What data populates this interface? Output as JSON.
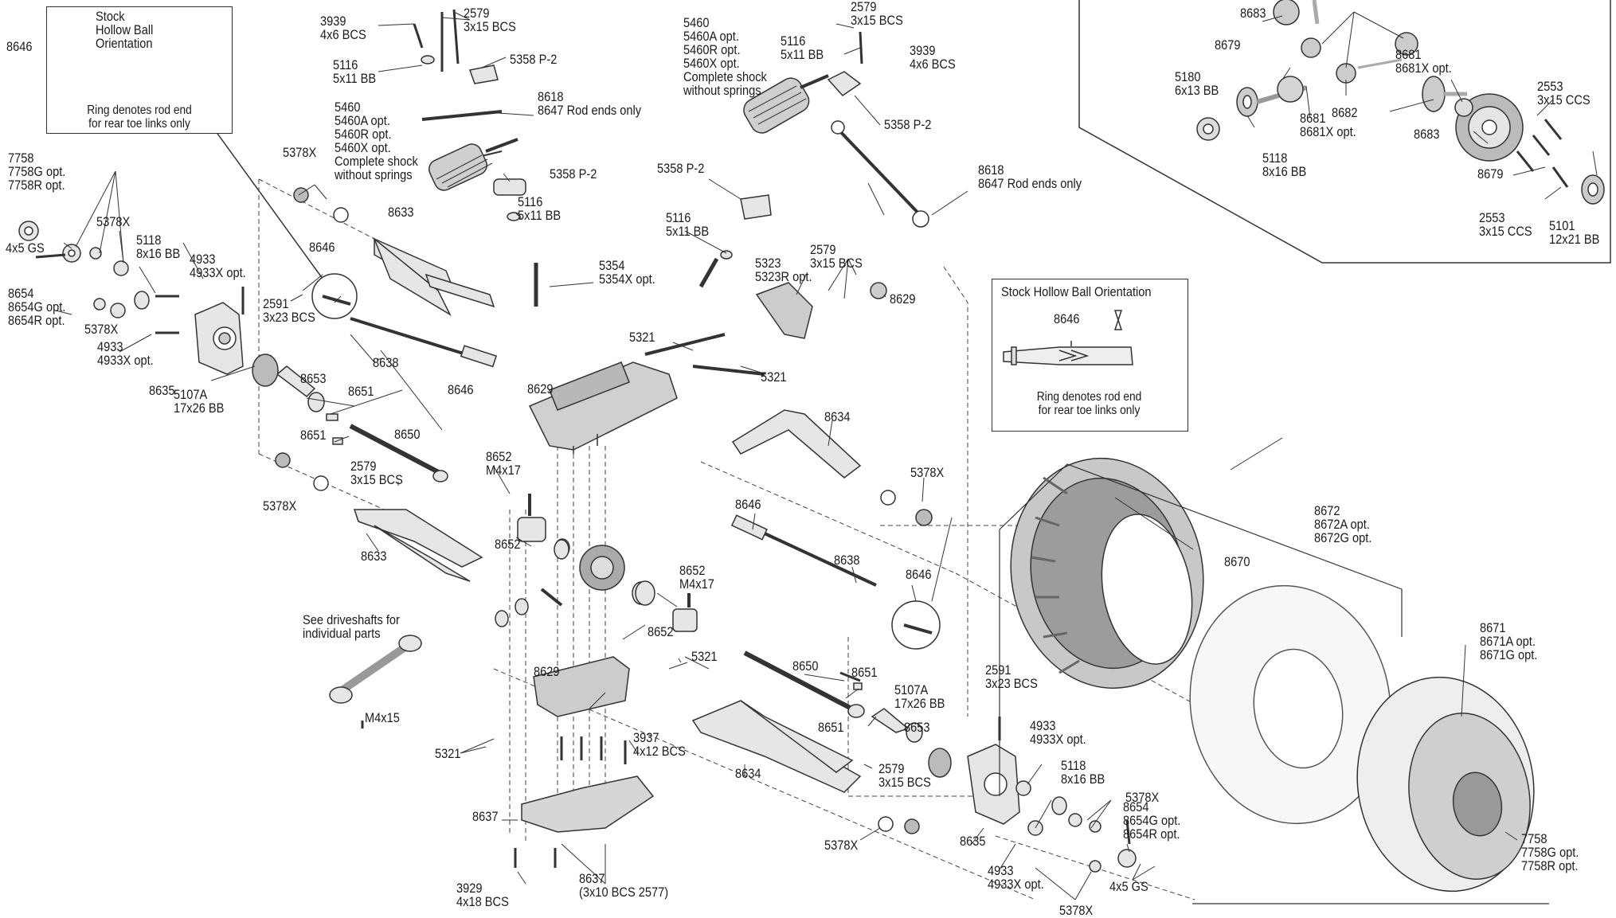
{
  "insets": {
    "left": {
      "title_lines": [
        "Stock",
        "Hollow Ball",
        "Orientation"
      ],
      "part": "8646",
      "note_lines": [
        "Ring denotes rod end",
        "for rear toe links only"
      ]
    },
    "right": {
      "title": "Stock Hollow Ball Orientation",
      "part": "8646",
      "note_lines": [
        "Ring denotes rod end",
        "for rear toe links only"
      ]
    }
  },
  "callouts": [
    {
      "id": "c1",
      "lines": [
        "3939",
        "4x6 BCS"
      ]
    },
    {
      "id": "c2",
      "lines": [
        "2579",
        "3x15 BCS"
      ]
    },
    {
      "id": "c3",
      "lines": [
        "5116",
        "5x11 BB"
      ]
    },
    {
      "id": "c4",
      "lines": [
        "5358 P-2"
      ]
    },
    {
      "id": "c5",
      "lines": [
        "8618",
        "8647 Rod ends only"
      ]
    },
    {
      "id": "c6",
      "lines": [
        "5460",
        "5460A opt.",
        "5460R opt.",
        "5460X opt.",
        "Complete shock",
        "without springs"
      ]
    },
    {
      "id": "c7",
      "lines": [
        "5358 P-2"
      ]
    },
    {
      "id": "c8",
      "lines": [
        "5116",
        "5x11 BB"
      ]
    },
    {
      "id": "c9",
      "lines": [
        "5460",
        "5460A opt.",
        "5460R opt.",
        "5460X opt.",
        "Complete shock",
        "without springs"
      ]
    },
    {
      "id": "c10",
      "lines": [
        "5116",
        "5x11 BB"
      ]
    },
    {
      "id": "c11",
      "lines": [
        "2579",
        "3x15 BCS"
      ]
    },
    {
      "id": "c12",
      "lines": [
        "3939",
        "4x6 BCS"
      ]
    },
    {
      "id": "c13",
      "lines": [
        "5358 P-2"
      ]
    },
    {
      "id": "c14",
      "lines": [
        "8618",
        "8647 Rod ends only"
      ]
    },
    {
      "id": "c15",
      "lines": [
        "5358 P-2"
      ]
    },
    {
      "id": "c16",
      "lines": [
        "5116",
        "5x11 BB"
      ]
    },
    {
      "id": "c17",
      "lines": [
        "5354",
        "5354X opt."
      ]
    },
    {
      "id": "c18",
      "lines": [
        "5323",
        "5323R opt."
      ]
    },
    {
      "id": "c19",
      "lines": [
        "2579",
        "3x15 BCS"
      ]
    },
    {
      "id": "c20",
      "lines": [
        "8629"
      ]
    },
    {
      "id": "c21",
      "lines": [
        "5321"
      ]
    },
    {
      "id": "c22",
      "lines": [
        "5321"
      ]
    },
    {
      "id": "c23",
      "lines": [
        "8629"
      ]
    },
    {
      "id": "c24",
      "lines": [
        "8634"
      ]
    },
    {
      "id": "c25",
      "lines": [
        "5378X"
      ]
    },
    {
      "id": "c26",
      "lines": [
        "8646"
      ]
    },
    {
      "id": "c27",
      "lines": [
        "8638"
      ]
    },
    {
      "id": "c28",
      "lines": [
        "8646"
      ]
    },
    {
      "id": "c29",
      "lines": [
        "8652",
        "M4x17"
      ]
    },
    {
      "id": "c30",
      "lines": [
        "8652"
      ]
    },
    {
      "id": "c31",
      "lines": [
        "5321"
      ]
    },
    {
      "id": "c32",
      "lines": [
        "8629"
      ]
    },
    {
      "id": "c33",
      "lines": [
        "8650"
      ]
    },
    {
      "id": "c34",
      "lines": [
        "8651"
      ]
    },
    {
      "id": "c35",
      "lines": [
        "5107A",
        "17x26 BB"
      ]
    },
    {
      "id": "c36",
      "lines": [
        "8651"
      ]
    },
    {
      "id": "c37",
      "lines": [
        "8653"
      ]
    },
    {
      "id": "c38",
      "lines": [
        "2591",
        "3x23 BCS"
      ]
    },
    {
      "id": "c39",
      "lines": [
        "3937",
        "4x12 BCS"
      ]
    },
    {
      "id": "c40",
      "lines": [
        "5321"
      ]
    },
    {
      "id": "c41",
      "lines": [
        "8634"
      ]
    },
    {
      "id": "c42",
      "lines": [
        "2579",
        "3x15 BCS"
      ]
    },
    {
      "id": "c43",
      "lines": [
        "8637"
      ]
    },
    {
      "id": "c44",
      "lines": [
        "5378X"
      ]
    },
    {
      "id": "c45",
      "lines": [
        "8635"
      ]
    },
    {
      "id": "c46",
      "lines": [
        "4933",
        "4933X opt."
      ]
    },
    {
      "id": "c47",
      "lines": [
        "5118",
        "8x16 BB"
      ]
    },
    {
      "id": "c48",
      "lines": [
        "5378X"
      ]
    },
    {
      "id": "c49",
      "lines": [
        "8654",
        "8654G opt.",
        "8654R opt."
      ]
    },
    {
      "id": "c50",
      "lines": [
        "4933",
        "4933X opt."
      ]
    },
    {
      "id": "c51",
      "lines": [
        "4x5 GS"
      ]
    },
    {
      "id": "c52",
      "lines": [
        "5378X"
      ]
    },
    {
      "id": "c53",
      "lines": [
        "3929",
        "4x18 BCS"
      ]
    },
    {
      "id": "c54",
      "lines": [
        "8637",
        "(3x10 BCS 2577)"
      ]
    },
    {
      "id": "c55",
      "lines": [
        "See driveshafts for",
        "individual parts"
      ]
    },
    {
      "id": "c56",
      "lines": [
        "M4x15"
      ]
    },
    {
      "id": "c57",
      "lines": [
        "8652",
        "M4x17"
      ]
    },
    {
      "id": "c58",
      "lines": [
        "8652"
      ]
    },
    {
      "id": "c59",
      "lines": [
        "8633"
      ]
    },
    {
      "id": "c60",
      "lines": [
        "2579",
        "3x15 BCS"
      ]
    },
    {
      "id": "c61",
      "lines": [
        "5378X"
      ]
    },
    {
      "id": "c62",
      "lines": [
        "8651"
      ]
    },
    {
      "id": "c63",
      "lines": [
        "8650"
      ]
    },
    {
      "id": "c64",
      "lines": [
        "8653"
      ]
    },
    {
      "id": "c65",
      "lines": [
        "8651"
      ]
    },
    {
      "id": "c66",
      "lines": [
        "5107A",
        "17x26 BB"
      ]
    },
    {
      "id": "c67",
      "lines": [
        "8635"
      ]
    },
    {
      "id": "c68",
      "lines": [
        "4933",
        "4933X opt."
      ]
    },
    {
      "id": "c69",
      "lines": [
        "5378X"
      ]
    },
    {
      "id": "c70",
      "lines": [
        "8654",
        "8654G opt.",
        "8654R opt."
      ]
    },
    {
      "id": "c71",
      "lines": [
        "4x5 GS"
      ]
    },
    {
      "id": "c72",
      "lines": [
        "7758",
        "7758G opt.",
        "7758R opt."
      ]
    },
    {
      "id": "c73",
      "lines": [
        "5378X"
      ]
    },
    {
      "id": "c74",
      "lines": [
        "5118",
        "8x16 BB"
      ]
    },
    {
      "id": "c75",
      "lines": [
        "4933",
        "4933X opt."
      ]
    },
    {
      "id": "c76",
      "lines": [
        "2591",
        "3x23 BCS"
      ]
    },
    {
      "id": "c77",
      "lines": [
        "8646"
      ]
    },
    {
      "id": "c78",
      "lines": [
        "8633"
      ]
    },
    {
      "id": "c79",
      "lines": [
        "5378X"
      ]
    },
    {
      "id": "c80",
      "lines": [
        "8638"
      ]
    },
    {
      "id": "c81",
      "lines": [
        "8646"
      ]
    },
    {
      "id": "c82",
      "lines": [
        "8672",
        "8672A opt.",
        "8672G opt."
      ]
    },
    {
      "id": "c83",
      "lines": [
        "8670"
      ]
    },
    {
      "id": "c84",
      "lines": [
        "8671",
        "8671A opt.",
        "8671G opt."
      ]
    },
    {
      "id": "c85",
      "lines": [
        "7758",
        "7758G opt.",
        "7758R opt."
      ]
    },
    {
      "id": "c86",
      "lines": [
        "8683"
      ]
    },
    {
      "id": "c87",
      "lines": [
        "8679"
      ]
    },
    {
      "id": "c88",
      "lines": [
        "5180",
        "6x13 BB"
      ]
    },
    {
      "id": "c89",
      "lines": [
        "8681",
        "8681X opt."
      ]
    },
    {
      "id": "c90",
      "lines": [
        "8682"
      ]
    },
    {
      "id": "c91",
      "lines": [
        "8681",
        "8681X opt."
      ]
    },
    {
      "id": "c92",
      "lines": [
        "2553",
        "3x15 CCS"
      ]
    },
    {
      "id": "c93",
      "lines": [
        "5118",
        "8x16 BB"
      ]
    },
    {
      "id": "c94",
      "lines": [
        "8683"
      ]
    },
    {
      "id": "c95",
      "lines": [
        "8679"
      ]
    },
    {
      "id": "c96",
      "lines": [
        "2553",
        "3x15 CCS"
      ]
    },
    {
      "id": "c97",
      "lines": [
        "5101",
        "12x21 BB"
      ]
    }
  ]
}
